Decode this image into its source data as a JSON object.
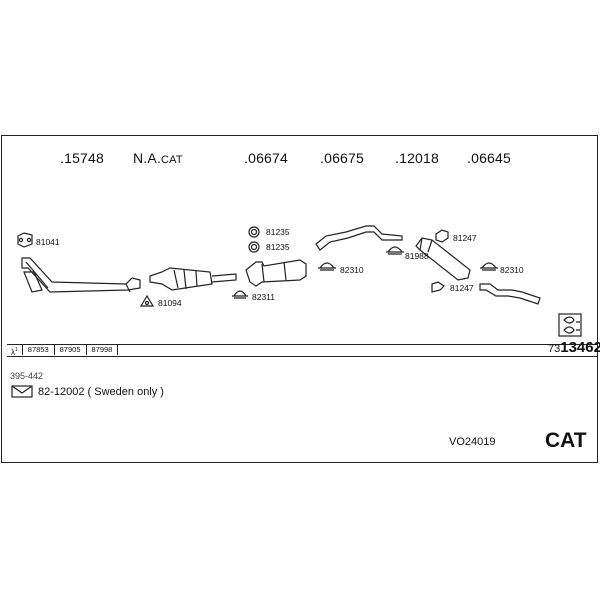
{
  "header_codes": [
    ".15748",
    "N.A.",
    "CAT",
    ".06674",
    ".06675",
    ".12018",
    ".06645"
  ],
  "part_labels": {
    "p81041": "81041",
    "p81094": "81094",
    "p81235a": "81235",
    "p81235b": "81235",
    "p82311": "82311",
    "p82310a": "82310",
    "p81988": "81988",
    "p81247a": "81247",
    "p81247b": "81247",
    "p82310b": "82310"
  },
  "lambda_symbol": "λ",
  "lambda_superscript": "1",
  "bottom_codes": [
    "87853",
    "87905",
    "87998"
  ],
  "diagram_ref": {
    "prefix": "73",
    "main": "13462"
  },
  "range_text": "395-442",
  "note_text": "82-12002 ( Sweden only )",
  "system_code": "VO24019",
  "cat_label": "CAT",
  "colors": {
    "line": "#222222",
    "background": "#ffffff"
  }
}
